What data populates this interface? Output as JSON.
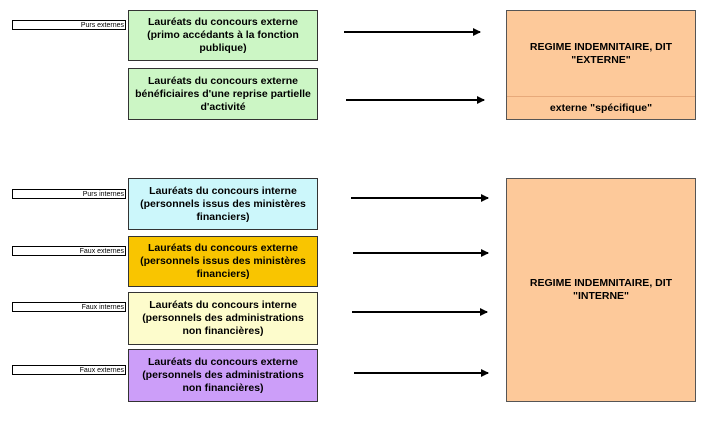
{
  "tags": {
    "purs_externes": "Purs externes",
    "purs_internes": "Purs internes",
    "faux_externes": "Faux externes",
    "faux_internes": "Faux internes",
    "faux_externes_2": "Faux externes"
  },
  "boxes": {
    "externe_primo": "Lauréats du concours externe\n(primo accédants à la fonction\npublique)",
    "externe_reprise": "Lauréats du concours externe\nbénéficiaires d'une reprise partielle\nd'activité",
    "interne_ministeres": "Lauréats du concours interne\n(personnels issus des ministères\nfinanciers)",
    "externe_ministeres": "Lauréats du concours externe\n(personnels issus des ministères\nfinanciers)",
    "interne_admin": "Lauréats du concours interne\n(personnels des administrations\nnon financières)",
    "externe_admin": "Lauréats du concours externe\n(personnels des administrations\nnon financières)"
  },
  "regimes": {
    "externe_title": "REGIME INDEMNITAIRE, DIT\n\"EXTERNE\"",
    "externe_sub": "externe \"spécifique\"",
    "interne_title": "REGIME INDEMNITAIRE, DIT\n\"INTERNE\""
  },
  "colors": {
    "green": "#ccf6c5",
    "cyan": "#ccf7fb",
    "gold": "#f9c500",
    "yellow": "#fdfccc",
    "purple": "#cc9ef9",
    "regime": "#fdc99a"
  }
}
